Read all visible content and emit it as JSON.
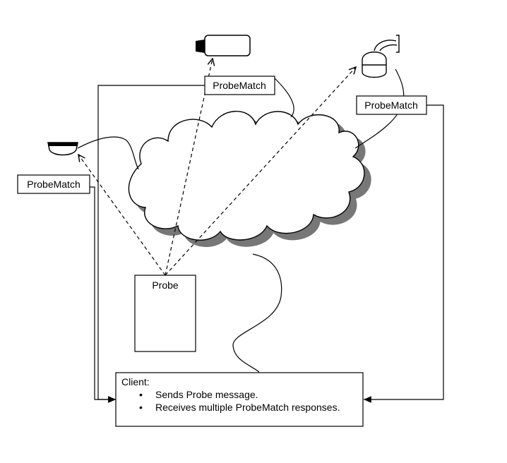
{
  "labels": {
    "probematch_top": "ProbeMatch",
    "probematch_right": "ProbeMatch",
    "probematch_left": "ProbeMatch",
    "probe": "Probe"
  },
  "client": {
    "title": "Client:",
    "bullets": [
      "Sends Probe message.",
      "Receives multiple ProbeMatch responses."
    ]
  },
  "icons": {
    "device_top": "box-camera-icon",
    "device_right": "ptz-camera-icon",
    "device_left": "dome-camera-icon",
    "network": "cloud-icon"
  }
}
